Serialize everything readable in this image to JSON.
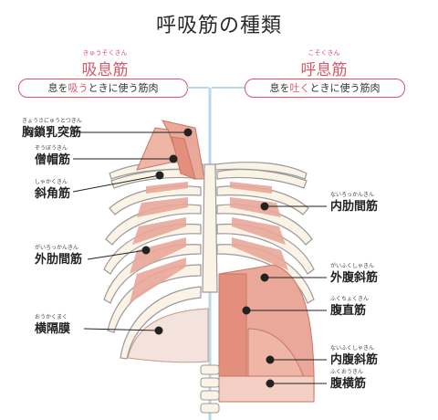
{
  "title": "呼吸筋の種類",
  "inhale": {
    "ruby": "きゅうそくきん",
    "heading": "吸息筋",
    "pill_prefix": "息を",
    "pill_highlight": "吸う",
    "pill_suffix": "ときに使う筋肉"
  },
  "exhale": {
    "ruby": "こそくきん",
    "heading": "呼息筋",
    "pill_prefix": "息を",
    "pill_highlight": "吐く",
    "pill_suffix": "ときに使う筋肉"
  },
  "left_labels": [
    {
      "ruby": "きょうさにゅうとつきん",
      "name": "胸鎖乳突筋"
    },
    {
      "ruby": "ぞうぼうきん",
      "name": "僧帽筋"
    },
    {
      "ruby": "しゃかくきん",
      "name": "斜角筋"
    },
    {
      "ruby": "がいろっかんきん",
      "name": "外肋間筋"
    },
    {
      "ruby": "おうかくまく",
      "name": "横隔膜"
    }
  ],
  "right_labels": [
    {
      "ruby": "ないろっかんきん",
      "name": "内肋間筋"
    },
    {
      "ruby": "がいふくしゃきん",
      "name": "外腹斜筋"
    },
    {
      "ruby": "ふくちょくきん",
      "name": "腹直筋"
    },
    {
      "ruby": "ないふくしゃきん",
      "name": "内腹斜筋"
    },
    {
      "ruby": "ふくおうきん",
      "name": "腹横筋"
    }
  ],
  "colors": {
    "accent": "#d9556b",
    "muscle": "#e9a89a",
    "muscle_dark": "#d9806f",
    "bone": "#faf3e6",
    "bone_stroke": "#9a9a9a",
    "divider": "#b9d7ea"
  }
}
